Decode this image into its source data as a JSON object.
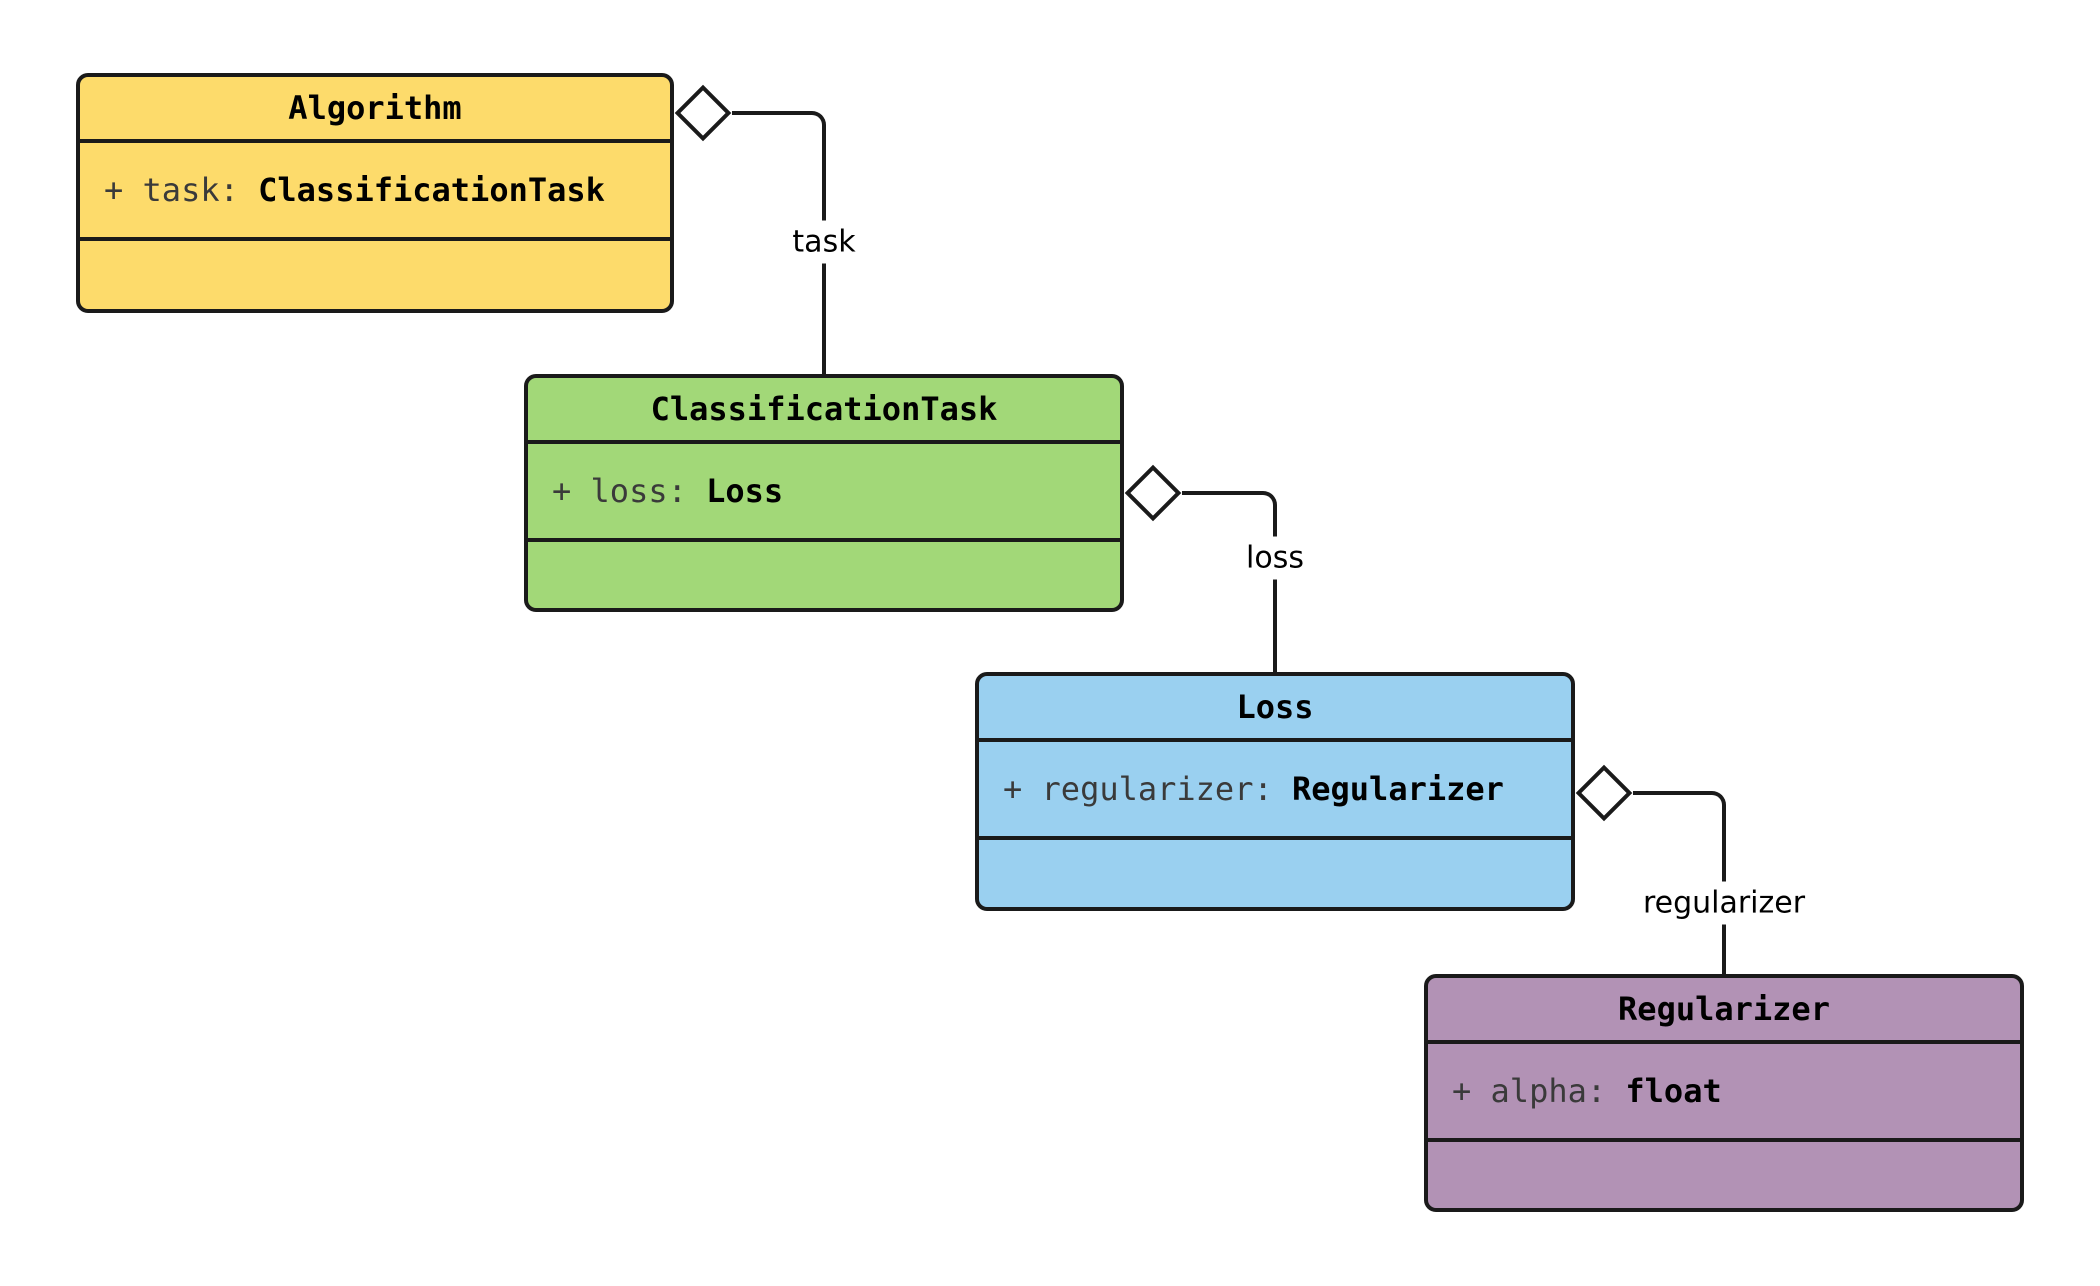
{
  "diagram": {
    "type": "uml-class-diagram",
    "background_color": "#ffffff",
    "line_color": "#1a1a1a",
    "classes": [
      {
        "name": "Algorithm",
        "fill": "#FDDB6B",
        "attributes": [
          {
            "name": "+ task: ",
            "type": "ClassificationTask"
          }
        ],
        "methods": []
      },
      {
        "name": "ClassificationTask",
        "fill": "#A2D878",
        "attributes": [
          {
            "name": "+ loss: ",
            "type": "Loss"
          }
        ],
        "methods": []
      },
      {
        "name": "Loss",
        "fill": "#9AD0F0",
        "attributes": [
          {
            "name": "+ regularizer: ",
            "type": "Regularizer"
          }
        ],
        "methods": []
      },
      {
        "name": "Regularizer",
        "fill": "#B292B5",
        "attributes": [
          {
            "name": "+ alpha: ",
            "type": "float"
          }
        ],
        "methods": []
      }
    ],
    "relations": [
      {
        "kind": "aggregation",
        "from": "Algorithm",
        "to": "ClassificationTask",
        "label": "task"
      },
      {
        "kind": "aggregation",
        "from": "ClassificationTask",
        "to": "Loss",
        "label": "loss"
      },
      {
        "kind": "aggregation",
        "from": "Loss",
        "to": "Regularizer",
        "label": "regularizer"
      }
    ]
  }
}
